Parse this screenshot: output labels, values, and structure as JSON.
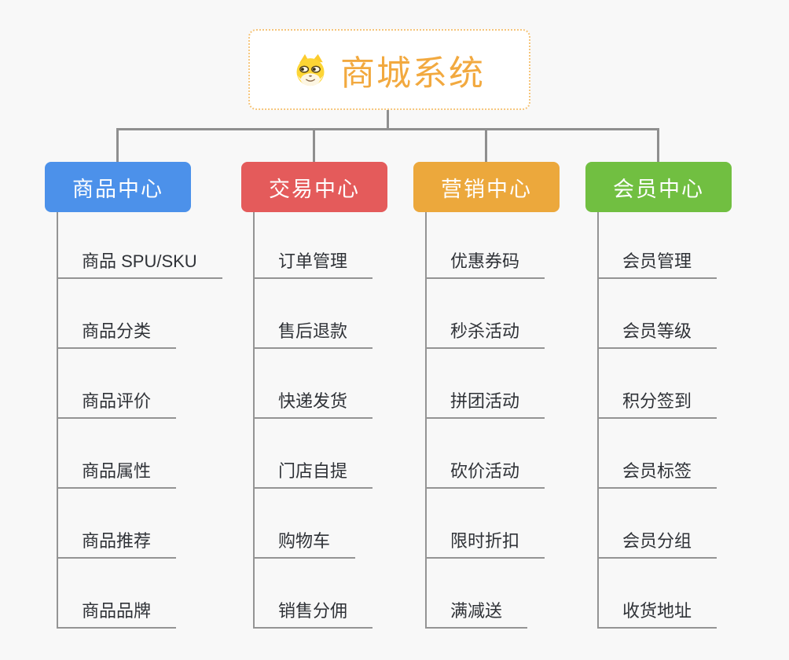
{
  "root": {
    "title": "商城系统",
    "icon": "shiba-dog-icon"
  },
  "branches": [
    {
      "label": "商品中心",
      "color": "#4C91EA",
      "children": [
        "商品 SPU/SKU",
        "商品分类",
        "商品评价",
        "商品属性",
        "商品推荐",
        "商品品牌"
      ]
    },
    {
      "label": "交易中心",
      "color": "#E45B5B",
      "children": [
        "订单管理",
        "售后退款",
        "快递发货",
        "门店自提",
        "购物车",
        "销售分佣"
      ]
    },
    {
      "label": "营销中心",
      "color": "#ECA83C",
      "children": [
        "优惠券码",
        "秒杀活动",
        "拼团活动",
        "砍价活动",
        "限时折扣",
        "满减送"
      ]
    },
    {
      "label": "会员中心",
      "color": "#71BF41",
      "children": [
        "会员管理",
        "会员等级",
        "积分签到",
        "会员标签",
        "会员分组",
        "收货地址"
      ]
    }
  ],
  "style": {
    "background": "#F8F8F8",
    "connector_color": "#8F8F8F",
    "leaf_line_color": "#949494",
    "leaf_text_color": "#2F3237",
    "root_text_color": "#F2A93F",
    "root_border_color": "#F5C57B"
  }
}
